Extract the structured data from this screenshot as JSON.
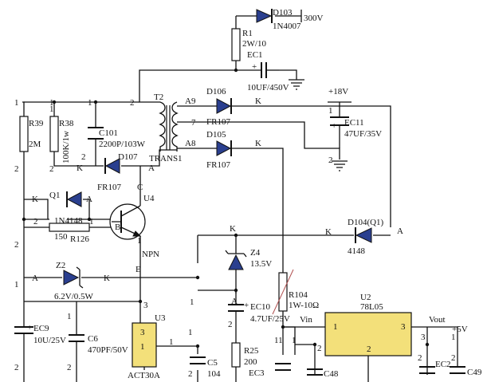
{
  "colors": {
    "ink": "#111111",
    "diode_fill": "#2a3f8f",
    "chip_fill": "#f3e07a",
    "background": "#ffffff"
  },
  "components": {
    "d103": {
      "ref": "D103",
      "value": "1N4007",
      "tag": "300V"
    },
    "r1": {
      "ref": "R1",
      "value": "2W/10"
    },
    "ec1": {
      "ref": "EC1",
      "value": "10UF/450V",
      "polarity": "+"
    },
    "t2": {
      "ref": "T2",
      "name": "TRANS1",
      "pins": {
        "p2": "2",
        "p7": "7",
        "a9": "A9",
        "a8": "A8"
      }
    },
    "d106": {
      "ref": "D106",
      "value": "FR107",
      "anode": "A9",
      "cathode": "K"
    },
    "d105": {
      "ref": "D105",
      "value": "FR107",
      "cathode": "K"
    },
    "ec11": {
      "ref": "EC11",
      "value": "47UF/35V",
      "rail": "+18V",
      "pin1": "1",
      "pin2": "2",
      "polarity": "+"
    },
    "r39": {
      "ref": "R39",
      "value": "2M",
      "pin1": "1",
      "pin2": "2"
    },
    "r38": {
      "ref": "R38",
      "value": "100K/1w",
      "pin1": "1",
      "pin2": "2"
    },
    "c101": {
      "ref": "C101",
      "value": "2200P/103W",
      "pin1": "1"
    },
    "d107": {
      "ref": "D107",
      "value": "FR107",
      "k": "K",
      "a": "A"
    },
    "u4": {
      "ref": "U4",
      "type": "NPN",
      "b": "B",
      "c": "C",
      "e": "E",
      "one": "1"
    },
    "q1": {
      "ref": "Q1",
      "value": "1N4148",
      "k": "K",
      "a": "A"
    },
    "r126": {
      "ref": "R126",
      "value": "150",
      "b": "B",
      "two": "2",
      "one": "1"
    },
    "d104": {
      "ref": "D104(Q1)",
      "value": "4148",
      "k": "K",
      "a": "A"
    },
    "z4": {
      "ref": "Z4",
      "value": "13.5V",
      "k": "K",
      "a": "A"
    },
    "z2": {
      "ref": "Z2",
      "value": "6.2V/0.5W",
      "a": "A",
      "k": "K"
    },
    "r104": {
      "ref": "R104",
      "value": "1W-10Ω"
    },
    "u2": {
      "ref": "U2",
      "value": "78L05",
      "vin": "Vin",
      "vout": "Vout",
      "pin1": "1",
      "pin2": "2",
      "pin3": "3"
    },
    "rail5v": {
      "label": "+5V"
    },
    "ec10": {
      "ref": "EC10",
      "value": "4.7UF/25V",
      "polarity": "+"
    },
    "ec9": {
      "ref": "EC9",
      "value": "10U/25V",
      "polarity": "+"
    },
    "c6": {
      "ref": "C6",
      "value": "470PF/50V"
    },
    "u3": {
      "ref": "U3",
      "value": "ACT30A",
      "pin1": "1",
      "pin3": "3"
    },
    "c5": {
      "ref": "C5",
      "value": "104"
    },
    "r25": {
      "ref": "R25",
      "value": "200"
    },
    "ec3": {
      "ref": "EC3"
    },
    "c48": {
      "ref": "C48"
    },
    "ec2": {
      "ref": "EC2"
    },
    "c49": {
      "ref": "C49"
    }
  },
  "pin_marks": {
    "n1": "1",
    "n2": "2",
    "n3": "3",
    "n11": "11",
    "n2b": "2",
    "n1b": "1",
    "n1c": "1",
    "n2c": "2",
    "n2d": "2",
    "n2e": "2",
    "n1d": "1",
    "n1e": "1",
    "n3b": "3",
    "n2f": "2",
    "n2g": "2",
    "kA": "K",
    "nAz": "A",
    "n2h": "2",
    "n1f": "1",
    "n2i": "2",
    "n1g": "1"
  }
}
